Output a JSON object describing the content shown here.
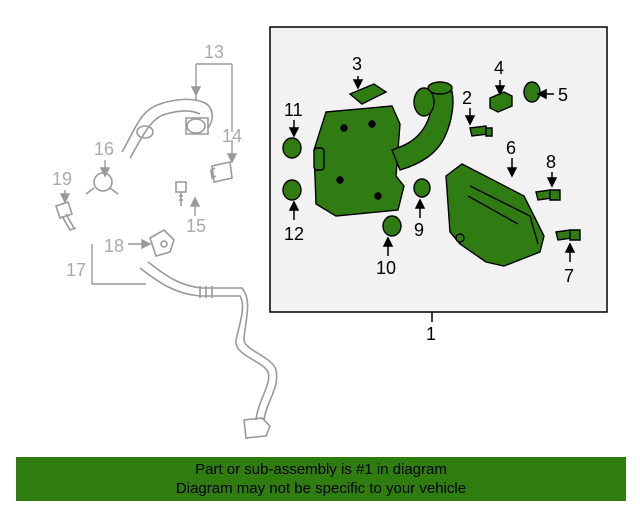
{
  "callouts": {
    "c1": "1",
    "c2": "2",
    "c3": "3",
    "c4": "4",
    "c5": "5",
    "c6": "6",
    "c7": "7",
    "c8": "8",
    "c9": "9",
    "c10": "10",
    "c11": "11",
    "c12": "12",
    "c13": "13",
    "c14": "14",
    "c15": "15",
    "c16": "16",
    "c17": "17",
    "c18": "18",
    "c19": "19"
  },
  "banner": {
    "line1": "Part or sub-assembly is #1 in diagram",
    "line2": "Diagram may not be specific to your vehicle"
  },
  "colors": {
    "part_fill": "#2f7d12",
    "part_stroke": "#000000",
    "ghost_stroke": "#9a9a9a",
    "box_fill": "#f2f2f2",
    "banner_bg": "#2e7d0e"
  }
}
